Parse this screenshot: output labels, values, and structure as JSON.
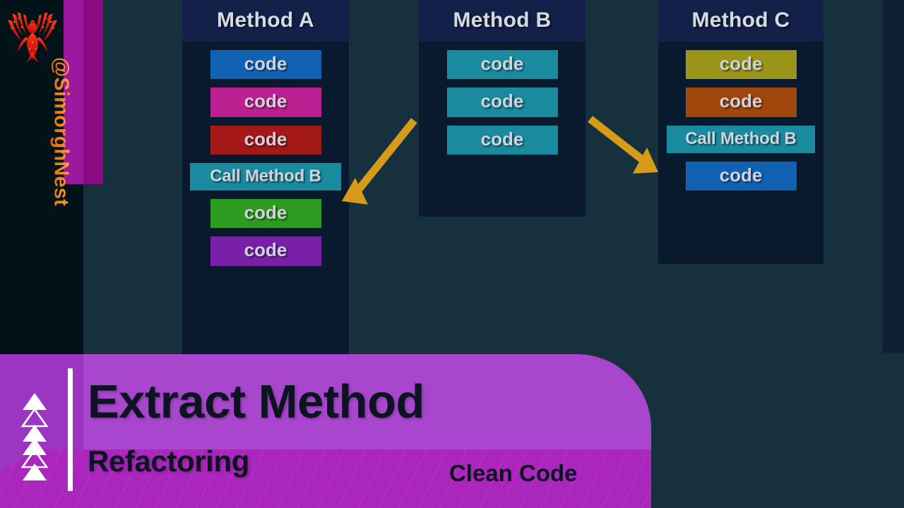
{
  "branding": {
    "logo_icon": "phoenix-icon",
    "handle": "@SimorghNest",
    "handle_gradient_from": "#ffb13d",
    "handle_gradient_to": "#d4610d"
  },
  "background": {
    "main_color": "#17303e",
    "left_panel_color": "#011319",
    "accent_bar_light": "#9c189c",
    "accent_bar_dark": "#8a0a84"
  },
  "diagram": {
    "header_color": "#13214a",
    "body_color": "#0a1a2e",
    "arrow_color": "#d79b1a",
    "methods": [
      {
        "id": "method-a",
        "title": "Method A",
        "blocks": [
          {
            "label": "code",
            "color": "#1262b3",
            "kind": "code"
          },
          {
            "label": "code",
            "color": "#bb2090",
            "kind": "code"
          },
          {
            "label": "code",
            "color": "#a31818",
            "kind": "code"
          },
          {
            "label": "Call Method B",
            "color": "#1a8a9e",
            "kind": "call"
          },
          {
            "label": "code",
            "color": "#2d9b1f",
            "kind": "code"
          },
          {
            "label": "code",
            "color": "#7a1fa8",
            "kind": "code"
          }
        ]
      },
      {
        "id": "method-b",
        "title": "Method B",
        "blocks": [
          {
            "label": "code",
            "color": "#1a8a9e",
            "kind": "code"
          },
          {
            "label": "code",
            "color": "#1a8a9e",
            "kind": "code"
          },
          {
            "label": "code",
            "color": "#1a8a9e",
            "kind": "code"
          }
        ]
      },
      {
        "id": "method-c",
        "title": "Method C",
        "blocks": [
          {
            "label": "code",
            "color": "#9a9418",
            "kind": "code"
          },
          {
            "label": "code",
            "color": "#a0470e",
            "kind": "code"
          },
          {
            "label": "Call Method B",
            "color": "#1a8a9e",
            "kind": "call"
          },
          {
            "label": "code",
            "color": "#1262b3",
            "kind": "code"
          }
        ]
      }
    ],
    "arrows": [
      {
        "id": "arrow-b-to-a",
        "from": "method-b",
        "to": "method-a",
        "direction": "down-left"
      },
      {
        "id": "arrow-b-to-c",
        "from": "method-b",
        "to": "method-c",
        "direction": "down-right"
      }
    ]
  },
  "banner": {
    "title": "Extract Method",
    "subtitle": "Refactoring",
    "tag": "Clean Code",
    "color_top": "#a846cd",
    "color_bottom": "#ab26bd",
    "marker_icon": "triangle-stack-icon",
    "divider_icon": "vertical-bar-icon"
  }
}
